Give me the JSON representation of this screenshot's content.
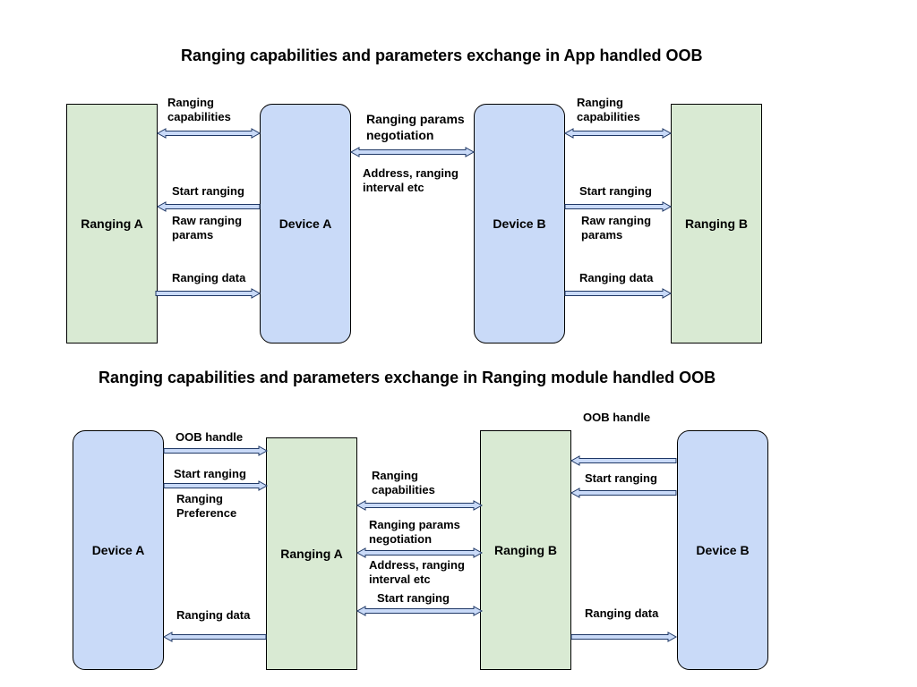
{
  "diagram1": {
    "title": "Ranging capabilities and parameters exchange in App handled OOB",
    "nodes": {
      "ranging_a": "Ranging A",
      "device_a": "Device A",
      "device_b": "Device B",
      "ranging_b": "Ranging B"
    },
    "labels": {
      "cap_left": "Ranging\ncapabilities",
      "start_left": "Start ranging",
      "raw_left": "Raw ranging\nparams",
      "data_left": "Ranging data",
      "negotiation": "Ranging params\nnegotiation",
      "address": "Address, ranging\ninterval etc",
      "cap_right": "Ranging\ncapabilities",
      "start_right": "Start ranging",
      "raw_right": "Raw ranging\nparams",
      "data_right": "Ranging data"
    }
  },
  "diagram2": {
    "title": "Ranging capabilities and parameters exchange in Ranging module handled OOB",
    "nodes": {
      "device_a": "Device A",
      "ranging_a": "Ranging A",
      "ranging_b": "Ranging B",
      "device_b": "Device B"
    },
    "labels": {
      "oob_left": "OOB handle",
      "start_left": "Start ranging",
      "pref_left": "Ranging\nPreference",
      "data_left": "Ranging data",
      "cap_mid": "Ranging\ncapabilities",
      "negotiation": "Ranging params\nnegotiation",
      "address": "Address, ranging\ninterval etc",
      "start_mid": "Start ranging",
      "oob_right": "OOB handle",
      "start_right": "Start ranging",
      "data_right": "Ranging data"
    }
  },
  "colors": {
    "ranging_fill": "#d9ead3",
    "device_fill": "#c9daf8",
    "arrow_stroke": "#1f3866"
  }
}
